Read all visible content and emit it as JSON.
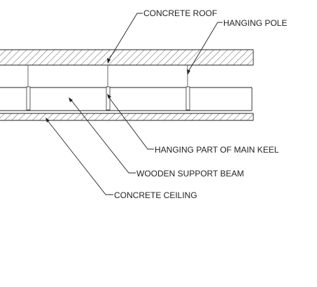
{
  "labels": {
    "concrete_roof": "CONCRETE ROOF",
    "hanging_pole": "HANGING POLE",
    "hanging_part_of_main_keel": "HANGING PART OF MAIN KEEL",
    "wooden_support_beam": "WOODEN SUPPORT BEAM",
    "concrete_ceiling": "CONCRETE CEILING"
  },
  "colors": {
    "line": "#222222",
    "background": "#ffffff"
  }
}
